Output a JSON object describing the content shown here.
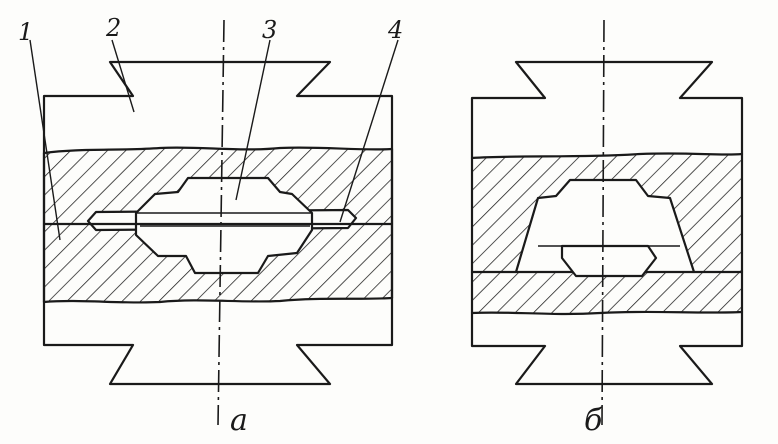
{
  "labels": {
    "part1": "1",
    "part2": "2",
    "part3": "3",
    "part4": "4",
    "view_a": "a",
    "view_b": "б"
  },
  "colors": {
    "ink": "#1a1a1a",
    "paper": "#fdfdfb"
  }
}
